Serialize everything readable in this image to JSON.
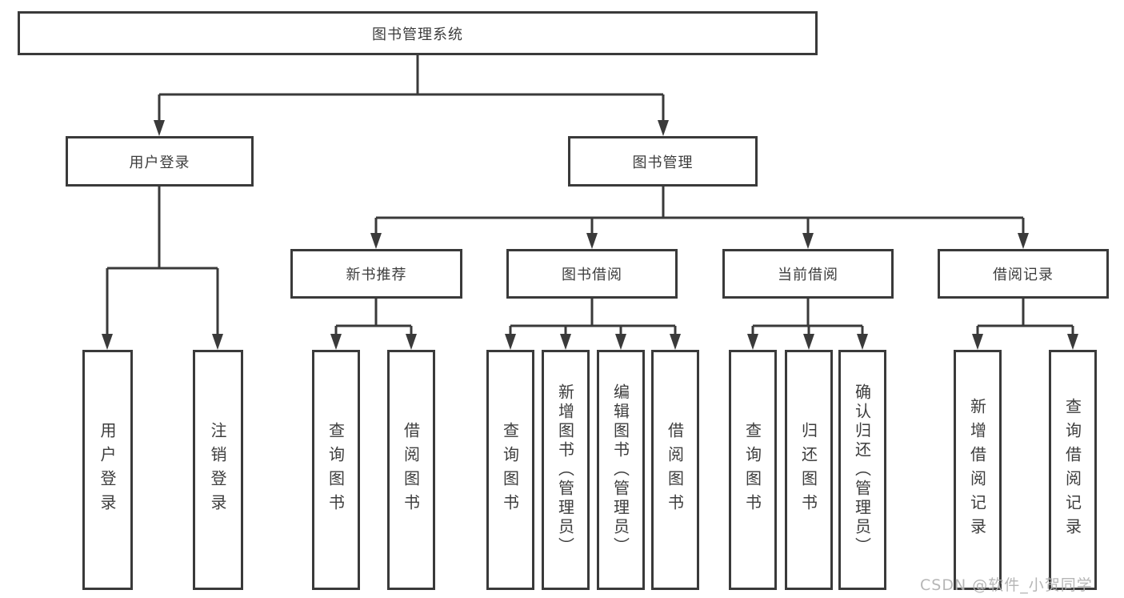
{
  "diagram_title": "图书管理系统",
  "colors": {
    "line": "#3a3a3a",
    "box_border": "#3a3a3a",
    "text": "#3d3d3d",
    "background": "#ffffff",
    "watermark": "#b2b2b2"
  },
  "tree": {
    "label": "图书管理系统",
    "children": [
      {
        "label": "用户登录",
        "children": [
          {
            "label": "用户登录"
          },
          {
            "label": "注销登录"
          }
        ]
      },
      {
        "label": "图书管理",
        "children": [
          {
            "label": "新书推荐",
            "children": [
              {
                "label": "查询图书"
              },
              {
                "label": "借阅图书"
              }
            ]
          },
          {
            "label": "图书借阅",
            "children": [
              {
                "label": "查询图书"
              },
              {
                "label": "新增图书（管理员）"
              },
              {
                "label": "编辑图书（管理员）"
              },
              {
                "label": "借阅图书"
              }
            ]
          },
          {
            "label": "当前借阅",
            "children": [
              {
                "label": "查询图书"
              },
              {
                "label": "归还图书"
              },
              {
                "label": "确认归还（管理员）"
              }
            ]
          },
          {
            "label": "借阅记录",
            "children": [
              {
                "label": "新增借阅记录"
              },
              {
                "label": "查询借阅记录"
              }
            ]
          }
        ]
      }
    ]
  },
  "watermark": {
    "text": "CSDN @软件_小贺同学"
  }
}
